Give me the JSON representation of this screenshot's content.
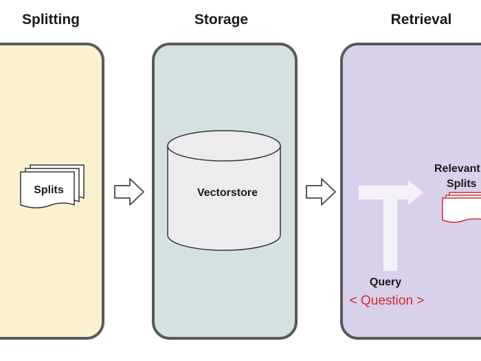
{
  "stages": {
    "splitting": {
      "title": "Splitting",
      "color": "#fcf1cf"
    },
    "storage": {
      "title": "Storage",
      "color": "#d4e1e1"
    },
    "retrieval": {
      "title": "Retrieval",
      "color": "#d9d0e9"
    }
  },
  "splitting": {
    "docs_label": "Splits"
  },
  "storage": {
    "db_label": "Vectorstore"
  },
  "retrieval": {
    "query_label": "Query",
    "question_label": "< Question >",
    "relevant_line1": "Relevant",
    "relevant_line2": "Splits"
  },
  "colors": {
    "border": "#595959",
    "accent_red": "#d22a2a"
  }
}
